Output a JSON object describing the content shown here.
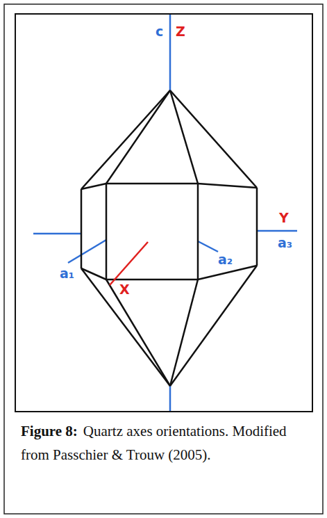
{
  "diagram": {
    "caption": "Quartz axes orientations. Modified from Passchier & Trouw (2005).",
    "labels": [
      "c",
      "Z",
      "Y",
      "a₃",
      "a₁",
      "a₂",
      "X",
      "Figure 8:"
    ]
  }
}
